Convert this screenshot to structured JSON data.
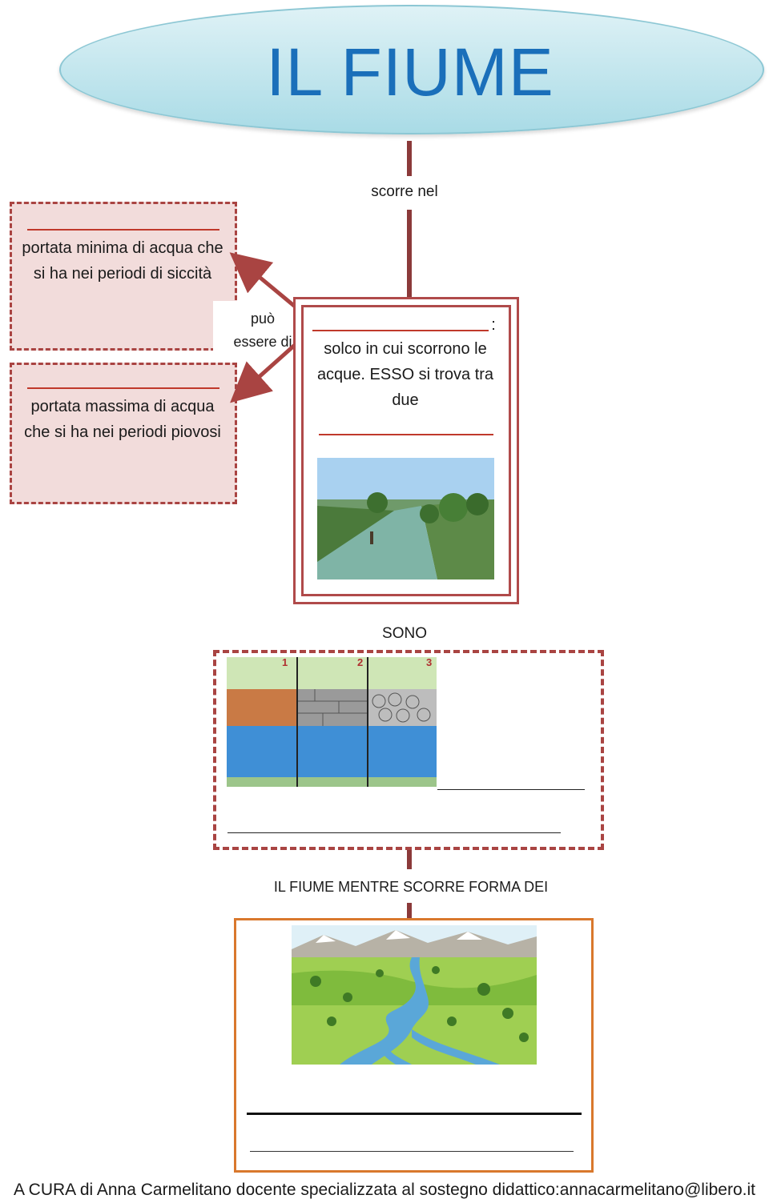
{
  "title": "IL FIUME",
  "connectors": {
    "scorre_nel": "scorre nel",
    "puo_essere_di_1": "può",
    "puo_essere_di_2": "essere di",
    "sono": "SONO",
    "forma_dei": "IL FIUME MENTRE SCORRE FORMA DEI"
  },
  "left_boxes": {
    "top_text": "portata  minima di acqua che si ha nei periodi di siccità",
    "bottom_text": "portata massima di acqua che si ha nei periodi piovosi"
  },
  "center_box": {
    "colon": ":",
    "line1": "solco in cui scorrono le",
    "line2": "acque. ESSO  si trova tra",
    "line3": "due"
  },
  "banks_image": {
    "labels": [
      "1",
      "2",
      "3"
    ]
  },
  "footer": "A CURA di Anna Carmelitano docente specializzata al sostegno didattico:annacarmelitano@libero.it",
  "colors": {
    "title": "#1a6fba",
    "accent_red": "#a94442",
    "orange": "#d9782d",
    "pink_fill": "#f2dcdb"
  }
}
